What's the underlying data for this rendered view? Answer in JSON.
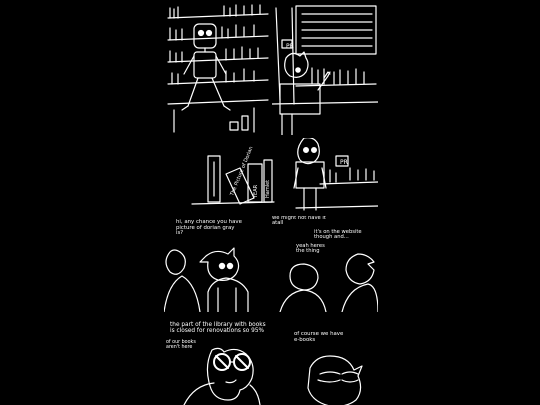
{
  "panel3": {
    "sign_1": "PR",
    "sign_2": "PR",
    "spine_1": "The Picture of Dorian",
    "spine_2": "YEAR",
    "spine_3": "Hamlet"
  },
  "panel4": {
    "speech": "hi, any chance you have\npicture of dorian gray\nis?"
  },
  "panel5": {
    "speech_1": "we might not have it\natall",
    "speech_2": "it's on the website\nthough and...",
    "speech_3": "yeah heres\nthe thing"
  },
  "panel6": {
    "speech_1": "the part of the library with books\nis closed for renovations so 95%",
    "speech_2": "of our books\naren't here"
  },
  "panel7": {
    "speech": "of course we have\ne-books"
  },
  "colors": {
    "background": "#000000",
    "line": "#ffffff"
  }
}
